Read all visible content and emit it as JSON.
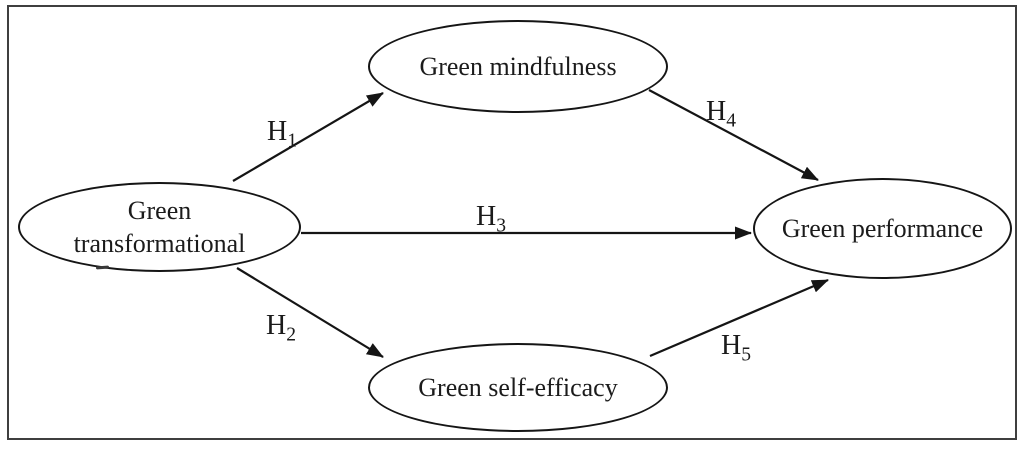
{
  "figure": {
    "type": "path-diagram",
    "background": "#ffffff",
    "ink_color": "#151515",
    "frame_border_color": "#3f3f3f"
  },
  "nodes": {
    "transformational": {
      "line1": "Green",
      "line2": "transformational"
    },
    "mindfulness": {
      "label": "Green mindfulness"
    },
    "performance": {
      "label": "Green performance"
    },
    "self_efficacy": {
      "label": "Green self-efficacy"
    }
  },
  "edges": {
    "h1": {
      "label": "H",
      "sub": "1",
      "from": "Green transformational",
      "to": "Green mindfulness"
    },
    "h2": {
      "label": "H",
      "sub": "2",
      "from": "Green transformational",
      "to": "Green self-efficacy"
    },
    "h3": {
      "label": "H",
      "sub": "3",
      "from": "Green transformational",
      "to": "Green performance"
    },
    "h4": {
      "label": "H",
      "sub": "4",
      "from": "Green mindfulness",
      "to": "Green performance"
    },
    "h5": {
      "label": "H",
      "sub": "5",
      "from": "Green self-efficacy",
      "to": "Green performance"
    }
  }
}
